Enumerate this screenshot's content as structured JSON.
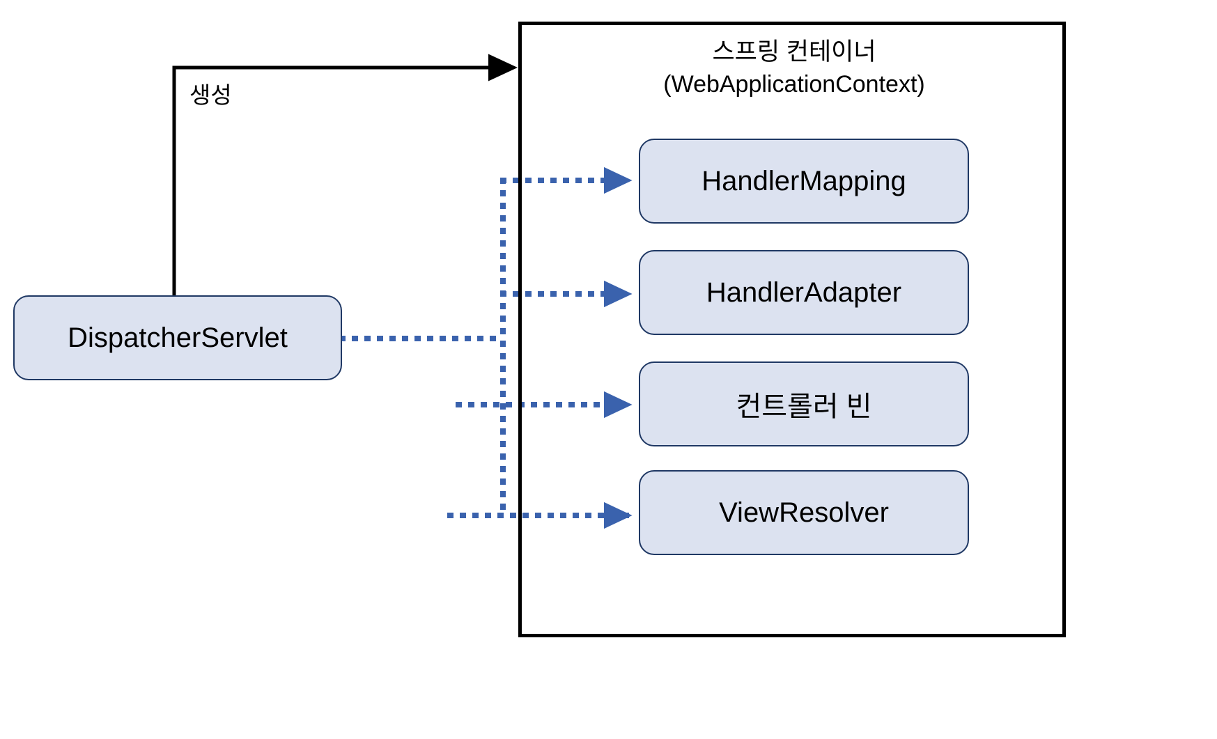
{
  "diagram": {
    "title": "Spring MVC DispatcherServlet and Spring Container",
    "colors": {
      "bean_fill": "#dce2f0",
      "bean_border": "#1f3864",
      "dotted_arrow": "#3a62ad",
      "solid_arrow": "#000000",
      "container_border": "#000000",
      "text": "#000000",
      "background": "#ffffff"
    }
  },
  "container": {
    "title_line1": "스프링 컨테이너",
    "title_line2": "(WebApplicationContext)",
    "beans": [
      {
        "label": "HandlerMapping"
      },
      {
        "label": "HandlerAdapter"
      },
      {
        "label": "컨트롤러 빈"
      },
      {
        "label": "ViewResolver"
      }
    ]
  },
  "servlet": {
    "label": "DispatcherServlet"
  },
  "edges": {
    "create_label": "생성",
    "create_style": "solid",
    "reference_style": "dotted"
  }
}
